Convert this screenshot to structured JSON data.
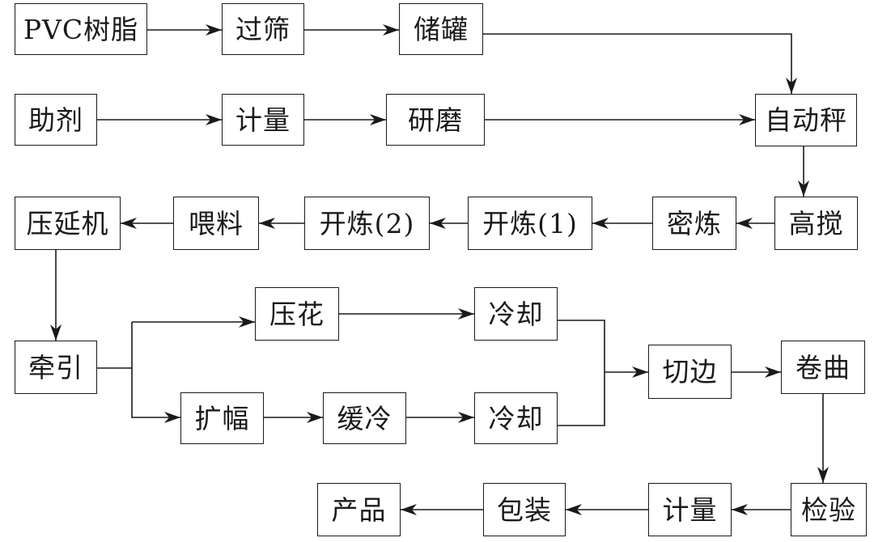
{
  "diagram": {
    "nodes": {
      "pvc_resin": "PVC树脂",
      "sieving": "过筛",
      "storage_tank": "储罐",
      "additives": "助剂",
      "metering_1": "计量",
      "grinding": "研磨",
      "auto_scale": "自动秤",
      "high_mixing": "高搅",
      "internal_mix": "密炼",
      "open_mill_1": "开炼(1)",
      "open_mill_2": "开炼(2)",
      "feeding": "喂料",
      "calender": "压延机",
      "traction": "牵引",
      "embossing": "压花",
      "cooling_1": "冷却",
      "widening": "扩幅",
      "slow_cooling": "缓冷",
      "cooling_2": "冷却",
      "edge_trimming": "切边",
      "winding": "卷曲",
      "inspection": "检验",
      "metering_2": "计量",
      "packaging": "包装",
      "product": "产品"
    }
  }
}
